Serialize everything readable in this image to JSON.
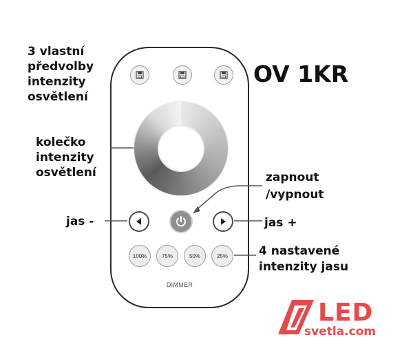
{
  "labels": {
    "presets": [
      "3 vlastní",
      "předvolby",
      "intenzity",
      "osvětlení"
    ],
    "wheel": [
      "kolečko",
      "intenzity",
      "osvětlení"
    ],
    "power": [
      "zapnout",
      "/vypnout"
    ],
    "brightness_down": "jas -",
    "brightness_up": "jas +",
    "levels": [
      "4 nastavené",
      "intenzity jasu"
    ]
  },
  "model": "OV 1KR",
  "remote": {
    "preset_icons": [
      "save-icon",
      "save-icon",
      "save-icon"
    ],
    "level_buttons": [
      "100%",
      "75%",
      "50%",
      "25%"
    ],
    "footer": "DIMMER"
  },
  "logo": {
    "mark": "LED",
    "url": "svetla.com"
  },
  "colors": {
    "logo": "#e44b4b",
    "power_button": "#8f8f8f"
  }
}
